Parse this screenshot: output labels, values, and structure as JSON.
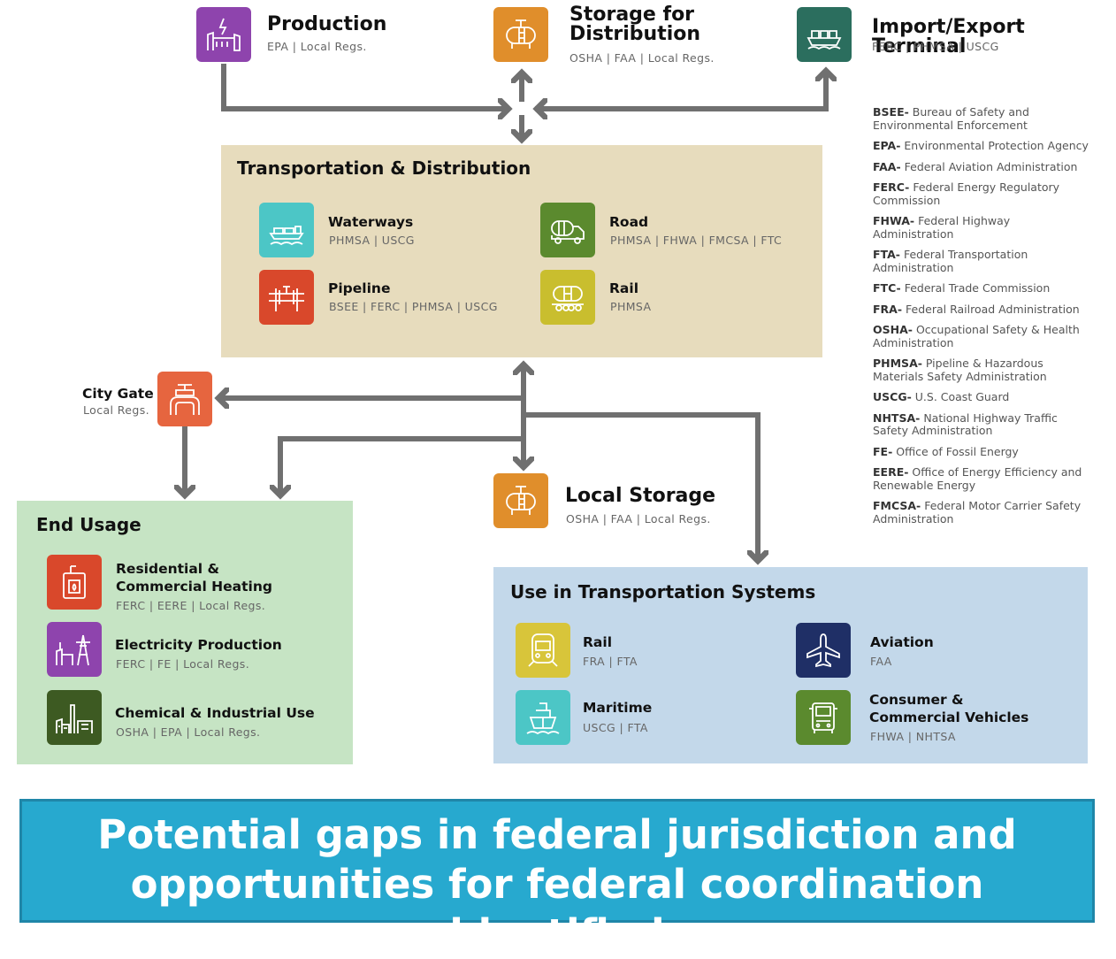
{
  "top": {
    "production": {
      "title": "Production",
      "sub": "EPA | Local Regs.",
      "icon": "factory-icon",
      "color": "#8e44ad"
    },
    "storage": {
      "title_line1": "Storage for",
      "title_line2": "Distribution",
      "sub": "OSHA | FAA | Local Regs.",
      "icon": "storage-tank-icon",
      "color": "#e08e2b"
    },
    "terminal": {
      "title": "Import/Export Terminal",
      "sub": "FERC | PHMSA | USCG",
      "icon": "tanker-ship-icon",
      "color": "#2b6e5e"
    }
  },
  "transport": {
    "title": "Transportation & Distribution",
    "bg": "#e7dcbd",
    "items": [
      {
        "label": "Waterways",
        "sub": "PHMSA | USCG",
        "icon": "barge-icon",
        "color": "#4cc6c6"
      },
      {
        "label": "Road",
        "sub": "PHMSA | FHWA | FMCSA | FTC",
        "icon": "tanker-truck-icon",
        "color": "#5b8a2e"
      },
      {
        "label": "Pipeline",
        "sub": "BSEE | FERC | PHMSA | USCG",
        "icon": "pipeline-icon",
        "color": "#d9482b"
      },
      {
        "label": "Rail",
        "sub": "PHMSA",
        "icon": "tank-car-icon",
        "color": "#c9be2e"
      }
    ]
  },
  "city_gate": {
    "title": "City Gate",
    "sub": "Local Regs.",
    "icon": "valve-icon",
    "color": "#e6653f"
  },
  "local_storage": {
    "title": "Local Storage",
    "sub": "OSHA | FAA | Local Regs.",
    "icon": "storage-tank-icon",
    "color": "#e08e2b"
  },
  "end_usage": {
    "title": "End Usage",
    "bg": "#c6e4c4",
    "items": [
      {
        "label_line1": "Residential &",
        "label_line2": "Commercial Heating",
        "sub": "FERC | EERE | Local Regs.",
        "icon": "furnace-icon",
        "color": "#d9482b"
      },
      {
        "label_line1": "Electricity Production",
        "label_line2": "",
        "sub": "FERC | FE | Local Regs.",
        "icon": "power-plant-icon",
        "color": "#8e44ad"
      },
      {
        "label_line1": "Chemical & Industrial Use",
        "label_line2": "",
        "sub": "OSHA | EPA | Local Regs.",
        "icon": "industrial-plant-icon",
        "color": "#3d5a22"
      }
    ]
  },
  "use_transport": {
    "title": "Use in Transportation Systems",
    "bg": "#c3d8ea",
    "items": [
      {
        "label_line1": "Rail",
        "label_line2": "",
        "sub": "FRA | FTA",
        "icon": "train-icon",
        "color": "#d8c53a"
      },
      {
        "label_line1": "Aviation",
        "label_line2": "",
        "sub": "FAA",
        "icon": "airplane-icon",
        "color": "#1f2f66"
      },
      {
        "label_line1": "Maritime",
        "label_line2": "",
        "sub": "USCG | FTA",
        "icon": "ship-icon",
        "color": "#4cc6c6"
      },
      {
        "label_line1": "Consumer &",
        "label_line2": "Commercial Vehicles",
        "sub": "FHWA | NHTSA",
        "icon": "truck-icon",
        "color": "#5b8a2e"
      }
    ]
  },
  "legend": [
    {
      "abbr": "BSEE-",
      "text": "Bureau of Safety and Environmental Enforcement"
    },
    {
      "abbr": "EPA-",
      "text": "Environmental Protection Agency"
    },
    {
      "abbr": "FAA-",
      "text": "Federal Aviation Administration"
    },
    {
      "abbr": "FERC-",
      "text": "Federal Energy Regulatory Commission"
    },
    {
      "abbr": "FHWA-",
      "text": "Federal Highway Administration"
    },
    {
      "abbr": "FTA-",
      "text": "Federal Transportation Administration"
    },
    {
      "abbr": "FTC-",
      "text": "Federal Trade Commission"
    },
    {
      "abbr": "FRA-",
      "text": "Federal Railroad Administration"
    },
    {
      "abbr": "OSHA-",
      "text": "Occupational Safety & Health Administration"
    },
    {
      "abbr": "PHMSA-",
      "text": "Pipeline & Hazardous Materials Safety Administration"
    },
    {
      "abbr": "USCG-",
      "text": "U.S. Coast Guard"
    },
    {
      "abbr": "NHTSA-",
      "text": "National Highway Traffic Safety Administration"
    },
    {
      "abbr": "FE-",
      "text": "Office of Fossil Energy"
    },
    {
      "abbr": "EERE-",
      "text": "Office of Energy Efficiency and Renewable Energy"
    },
    {
      "abbr": "FMCSA-",
      "text": "Federal Motor Carrier Safety Administration"
    }
  ],
  "banner": {
    "line1": "Potential gaps in federal jurisdiction and",
    "line2": "opportunities for federal coordination identified"
  },
  "colors": {
    "arrow": "#707070",
    "banner": "#27a9cf"
  }
}
